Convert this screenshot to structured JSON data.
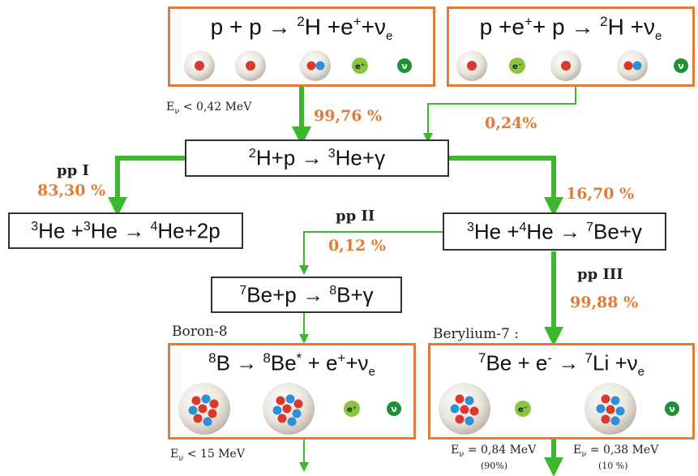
{
  "reactions": {
    "pp_fusion": {
      "r1": "p",
      "plus1": "+",
      "r2": "p",
      "arrow": "→",
      "iso_mass": "2",
      "iso": "H",
      "plus2": "+e",
      "pos": "+",
      "plus3": "+ν",
      "nu_sub": "e"
    },
    "pep": {
      "r1": "p",
      "plus1": "+e",
      "pos": "+",
      "plus2": "+",
      "r2": "p",
      "arrow": "→",
      "iso_mass": "2",
      "iso": "H",
      "plus3": "+ν",
      "nu_sub": "e"
    },
    "deut": {
      "m1": "2",
      "a": "H",
      "b": "+p",
      "arrow": "→",
      "m2": "3",
      "c": "He",
      "d": "+γ"
    },
    "ppI": {
      "m1": "3",
      "a": "He",
      "b": "+",
      "m2": "3",
      "c": "He",
      "arrow": "→",
      "m3": "4",
      "d": "He",
      "e": "+2p"
    },
    "he_be": {
      "m1": "3",
      "a": "He",
      "b": "+",
      "m2": "4",
      "c": "He",
      "arrow": "→",
      "m3": "7",
      "d": "Be",
      "e": "+γ"
    },
    "be_b": {
      "m1": "7",
      "a": "Be",
      "b": "+p",
      "arrow": "→",
      "m2": "8",
      "c": "B",
      "d": "+γ"
    },
    "b8": {
      "m1": "8",
      "a": "B",
      "arrow": "→",
      "m2": "8",
      "b": "Be",
      "star": "*",
      "plus": "+",
      "c": "e",
      "pos": "+",
      "d": "+ν",
      "nu_sub": "e"
    },
    "be7": {
      "m1": "7",
      "a": "Be",
      "plus": "+",
      "b": "e",
      "neg": "-",
      "arrow": "→",
      "m2": "7",
      "c": "Li",
      "d": "+",
      "e": "ν",
      "nu_sub": "e"
    }
  },
  "labels": {
    "ev1_pre": "E",
    "ev1_sub": "ν",
    "ev1_post": " < 0,42 MeV",
    "pct_9976": "99,76 %",
    "pct_024": "0,24%",
    "ppI": "pp I",
    "pct_8330": "83,30 %",
    "pct_1670": "16,70 %",
    "ppII": "pp II",
    "pct_012": "0,12 %",
    "ppIII": "pp III",
    "pct_9988": "99,88 %",
    "boron": "Boron-8",
    "beryl": "Berylium-7 :",
    "ev2_pre": "E",
    "ev2_sub": "ν",
    "ev2_post": " < 15 MeV",
    "ev3_pre": "E",
    "ev3_sub": "ν",
    "ev3_post": " = 0,84 MeV",
    "ev3_pct": "(90%)",
    "ev4_pre": "E",
    "ev4_sub": "ν",
    "ev4_post": " = 0,38 MeV",
    "ev4_pct": "(10 %)"
  },
  "icons": {
    "positron": "e⁺",
    "electron": "e⁻",
    "neutrino": "ν"
  },
  "colors": {
    "box_border": "#e07b39",
    "arrow": "#3bb82b",
    "pct_text": "#e07b39",
    "proton": "#d93a2b",
    "neutron": "#2f8fd8",
    "neutrino_ball": "#1f8f3a",
    "lepton_ball": "#8bc53f"
  }
}
